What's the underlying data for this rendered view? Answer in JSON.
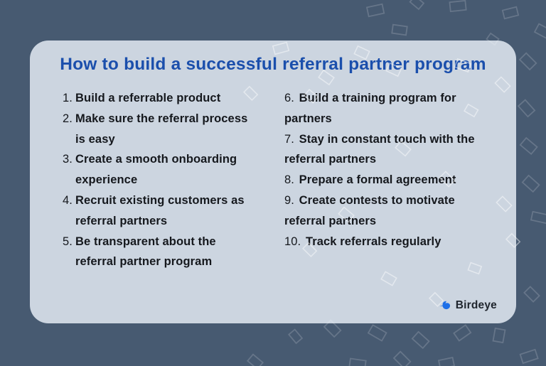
{
  "page": {
    "background_color": "#475A71",
    "card_color": "#CCD5E0",
    "title_color": "#1B4FAC",
    "text_color": "#15181D",
    "pattern": "scattered rotated rectangle outlines, white low-opacity"
  },
  "title": "How to build a successful referral partner program",
  "columns": {
    "left": [
      {
        "num": "1.",
        "text": "Build a referrable product"
      },
      {
        "num": "2.",
        "text": "Make sure the referral process\nis easy"
      },
      {
        "num": "3.",
        "text": "Create a smooth onboarding\nexperience"
      },
      {
        "num": "4.",
        "text": "Recruit existing customers as\nreferral partners"
      },
      {
        "num": "5.",
        "text": "Be transparent about the\nreferral partner program"
      }
    ],
    "right": [
      {
        "num": "6.",
        "text": "Build a training program for\npartners"
      },
      {
        "num": "7.",
        "text": "Stay in constant touch with the\nreferral partners"
      },
      {
        "num": "8.",
        "text": "Prepare a formal agreement"
      },
      {
        "num": "9.",
        "text": "Create contests to motivate\nreferral partners"
      },
      {
        "num": "10.",
        "text": "Track referrals regularly"
      }
    ]
  },
  "logo": {
    "brand": "Birdeye",
    "icon": "bird-icon",
    "icon_color": "#1D6FE8",
    "brand_text_color": "#20262E"
  }
}
